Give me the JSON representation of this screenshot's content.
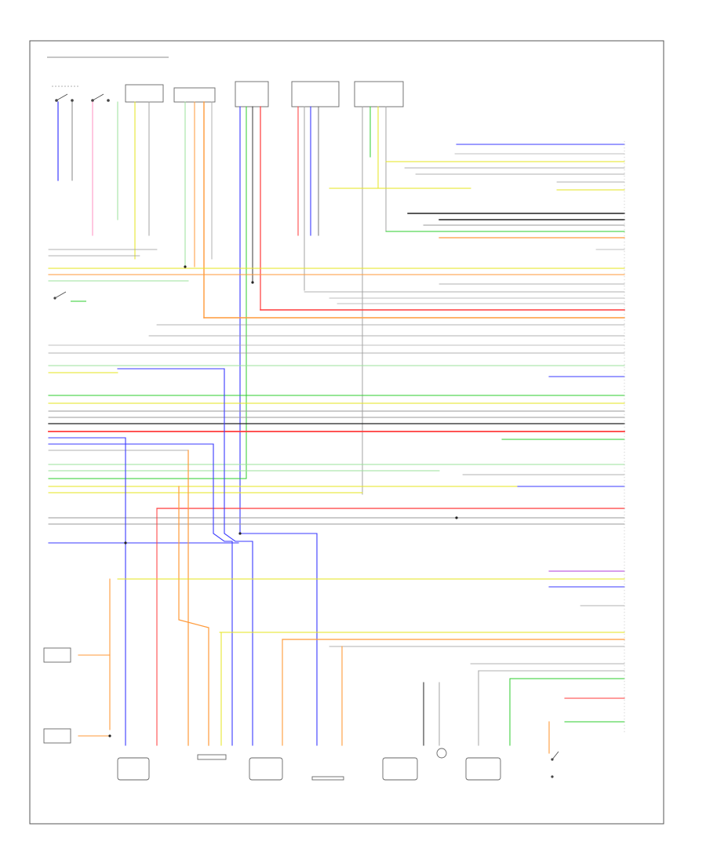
{
  "diagram": {
    "page_code": "",
    "colors": {
      "wire_blue": "#3a3aff",
      "wire_red": "#ff3a3a",
      "wire_green": "#2ecc2e",
      "wire_light_green": "#9be09b",
      "wire_yellow": "#e6e61e",
      "wire_orange": "#ff9a3a",
      "wire_purple": "#b03ad8",
      "wire_black": "#222222",
      "wire_gray": "#9a9a9a",
      "wire_pink": "#ff8fc0",
      "frame": "#555555"
    },
    "top_components": [
      {
        "id": "c1"
      },
      {
        "id": "c2"
      },
      {
        "id": "c3"
      },
      {
        "id": "c4"
      },
      {
        "id": "c5"
      },
      {
        "id": "c6"
      },
      {
        "id": "c7"
      }
    ],
    "bottom_components": [
      {
        "id": "b1"
      },
      {
        "id": "b2"
      },
      {
        "id": "b3"
      },
      {
        "id": "b4"
      },
      {
        "id": "b5"
      },
      {
        "id": "b6"
      },
      {
        "id": "b7"
      },
      {
        "id": "b8"
      }
    ],
    "left_components": [
      {
        "id": "l1"
      },
      {
        "id": "l2"
      }
    ]
  }
}
